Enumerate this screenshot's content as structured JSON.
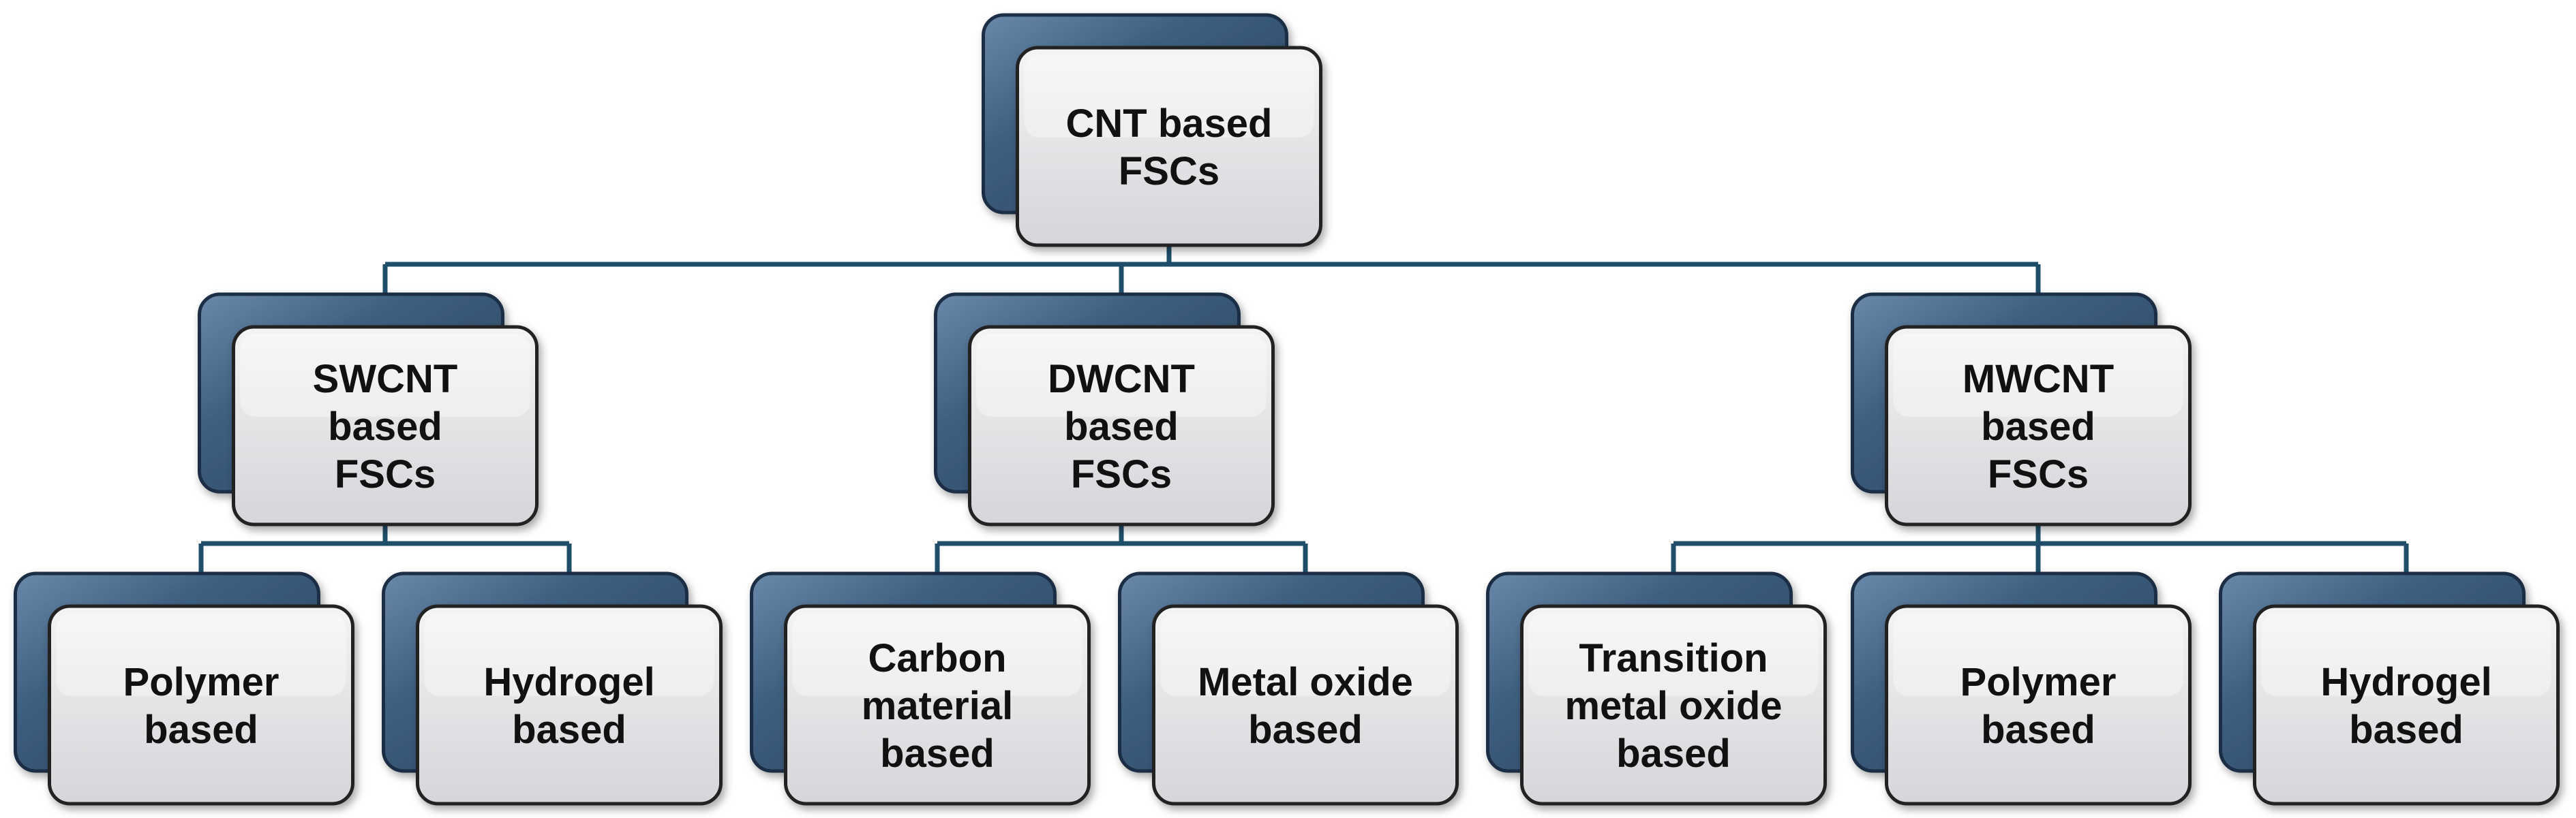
{
  "colors": {
    "connector": "#1f4e6b",
    "back_card": "#3e5f80",
    "back_card_edge": "#1b2f44",
    "front_card": "#e3e4e6",
    "front_card_edge": "#222222",
    "text": "#111111"
  },
  "root": {
    "id": "cnt",
    "lines": [
      "CNT based",
      "FSCs"
    ]
  },
  "categories": [
    {
      "id": "swcnt",
      "lines": [
        "SWCNT",
        "based",
        "FSCs"
      ],
      "children": [
        {
          "id": "swcnt-polymer",
          "lines": [
            "Polymer",
            "based"
          ]
        },
        {
          "id": "swcnt-hydrogel",
          "lines": [
            "Hydrogel",
            "based"
          ]
        }
      ]
    },
    {
      "id": "dwcnt",
      "lines": [
        "DWCNT",
        "based",
        "FSCs"
      ],
      "children": [
        {
          "id": "dwcnt-carbon",
          "lines": [
            "Carbon",
            "material",
            "based"
          ]
        },
        {
          "id": "dwcnt-metal-oxide",
          "lines": [
            "Metal oxide",
            "based"
          ]
        }
      ]
    },
    {
      "id": "mwcnt",
      "lines": [
        "MWCNT",
        "based",
        "FSCs"
      ],
      "children": [
        {
          "id": "mwcnt-transition",
          "lines": [
            "Transition",
            "metal oxide",
            "based"
          ]
        },
        {
          "id": "mwcnt-polymer",
          "lines": [
            "Polymer",
            "based"
          ]
        },
        {
          "id": "mwcnt-hydrogel",
          "lines": [
            "Hydrogel",
            "based"
          ]
        }
      ]
    }
  ]
}
